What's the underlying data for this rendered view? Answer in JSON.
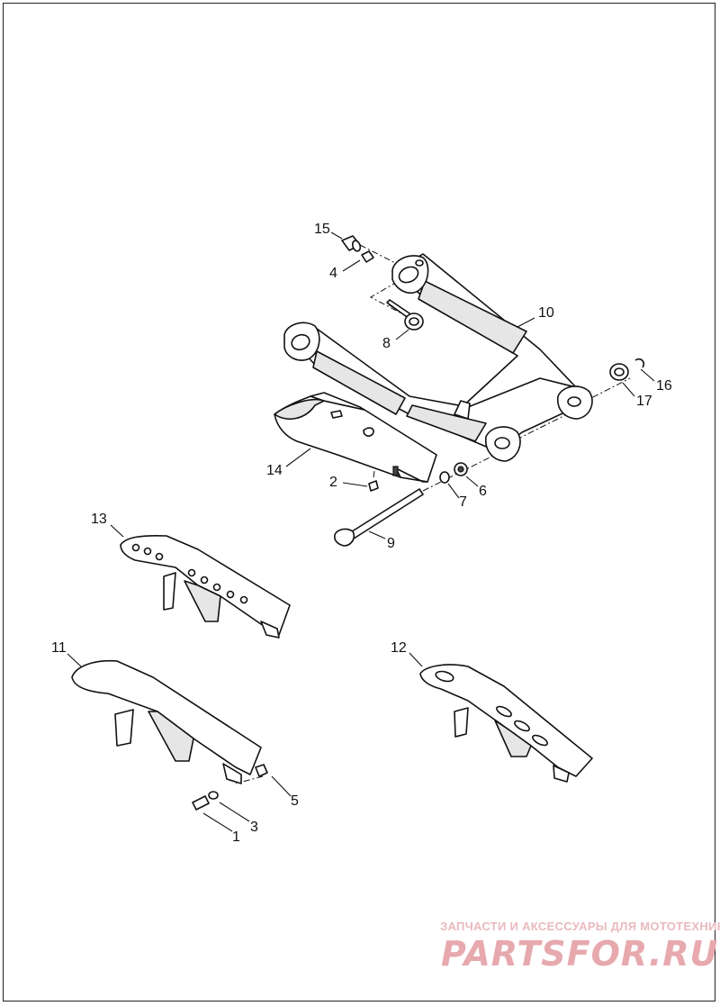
{
  "callouts": [
    "15",
    "4",
    "8",
    "10",
    "16",
    "17",
    "14",
    "2",
    "6",
    "7",
    "9",
    "13",
    "11",
    "12",
    "5",
    "3",
    "1"
  ],
  "watermark": {
    "tagline": "ЗАПЧАСТИ И АКСЕССУАРЫ ДЛЯ МОТОТЕХНИКИ",
    "logo": "PARTSFOR.RU",
    "color": "#e7a9ae"
  }
}
